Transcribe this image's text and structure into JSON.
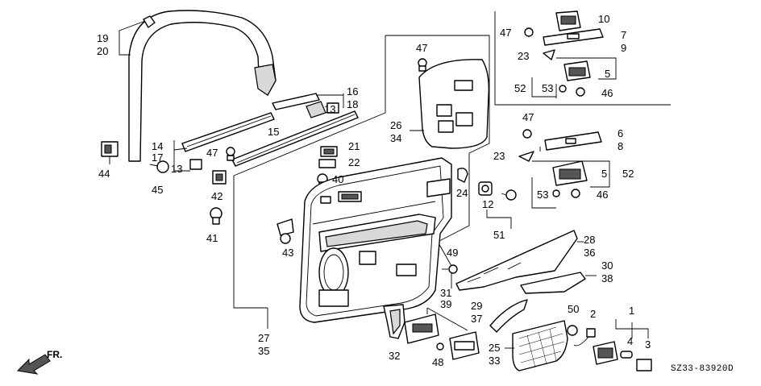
{
  "diagram_code": "SZ33-83920D",
  "front_marker": "FR.",
  "callouts": {
    "c19": "19",
    "c20": "20",
    "c44": "44",
    "c14": "14",
    "c17": "17",
    "c13a": "13",
    "c45": "45",
    "c47a": "47",
    "c15": "15",
    "c16": "16",
    "c18": "18",
    "c13b": "13",
    "c42": "42",
    "c41": "41",
    "c47b": "47",
    "c26": "26",
    "c34": "34",
    "c21": "21",
    "c22": "22",
    "c40": "40",
    "c43": "43",
    "c27": "27",
    "c35": "35",
    "c24": "24",
    "c12": "12",
    "c51": "51",
    "c49": "49",
    "c31": "31",
    "c39": "39",
    "c32": "32",
    "c48": "48",
    "c29": "29",
    "c37": "37",
    "c25": "25",
    "c33": "33",
    "c28": "28",
    "c36": "36",
    "c30": "30",
    "c38": "38",
    "c50": "50",
    "c2": "2",
    "c1": "1",
    "c4": "4",
    "c3": "3",
    "c10": "10",
    "c47c": "47",
    "c7": "7",
    "c9": "9",
    "c23a": "23",
    "c5a": "5",
    "c52a": "52",
    "c53a": "53",
    "c46a": "46",
    "c47d": "47",
    "c6": "6",
    "c8": "8",
    "c23b": "23",
    "c5b": "5",
    "c52b": "52",
    "c53b": "53",
    "c46b": "46"
  }
}
